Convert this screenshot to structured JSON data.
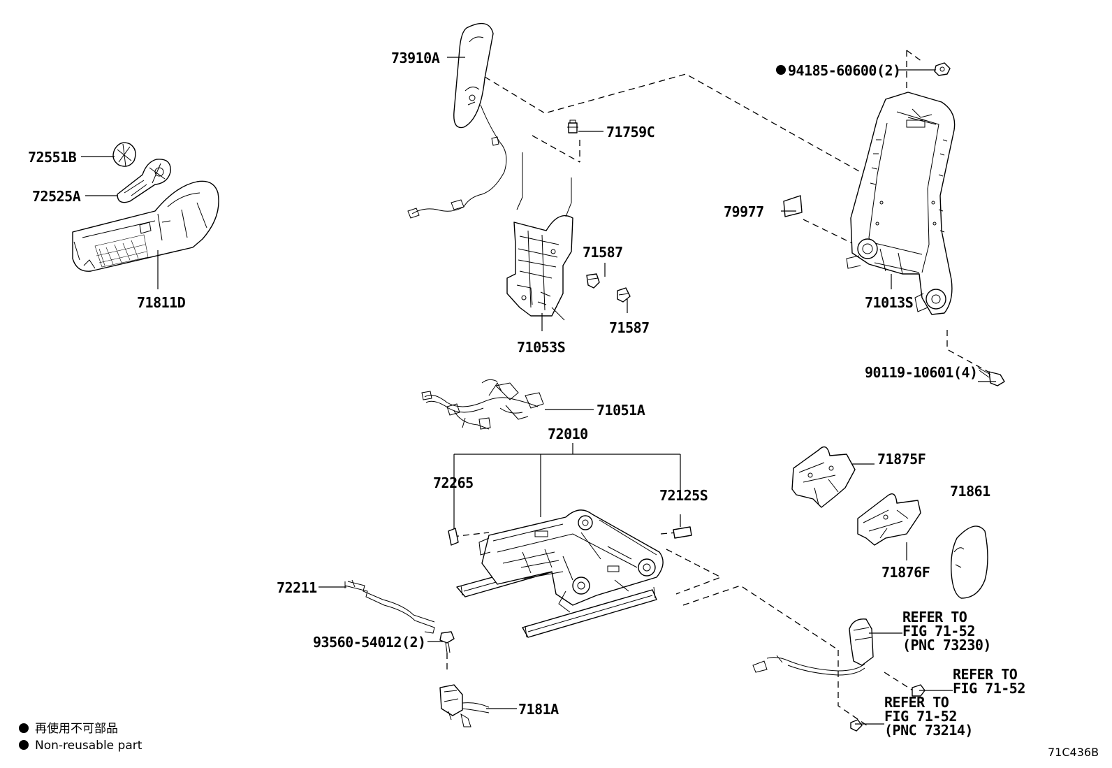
{
  "labels": {
    "l73910a": "73910A",
    "l72551b": "72551B",
    "l72525a": "72525A",
    "l71811d": "71811D",
    "l71759c": "71759C",
    "l71587a": "71587",
    "l71587b": "71587",
    "l71053s": "71053S",
    "l94185": "94185-60600(2)",
    "l79977": "79977",
    "l71013s": "71013S",
    "l90119": "90119-10601(4)",
    "l71051a": "71051A",
    "l72010": "72010",
    "l72265": "72265",
    "l72125s": "72125S",
    "l71875f": "71875F",
    "l71861": "71861",
    "l71876f": "71876F",
    "l72211": "72211",
    "l93560": "93560-54012(2)",
    "l7181a": "7181A"
  },
  "refs": {
    "r1_line1": "REFER TO",
    "r1_line2": "FIG 71-52",
    "r1_line3": "(PNC 73230)",
    "r2_line1": "REFER TO",
    "r2_line2": "FIG 71-52",
    "r3_line1": "REFER TO",
    "r3_line2": "FIG 71-52",
    "r3_line3": "(PNC 73214)"
  },
  "legend": {
    "japanese": "再使用不可部品",
    "english": "Non-reusable part"
  },
  "diagram_code": "71C436B"
}
